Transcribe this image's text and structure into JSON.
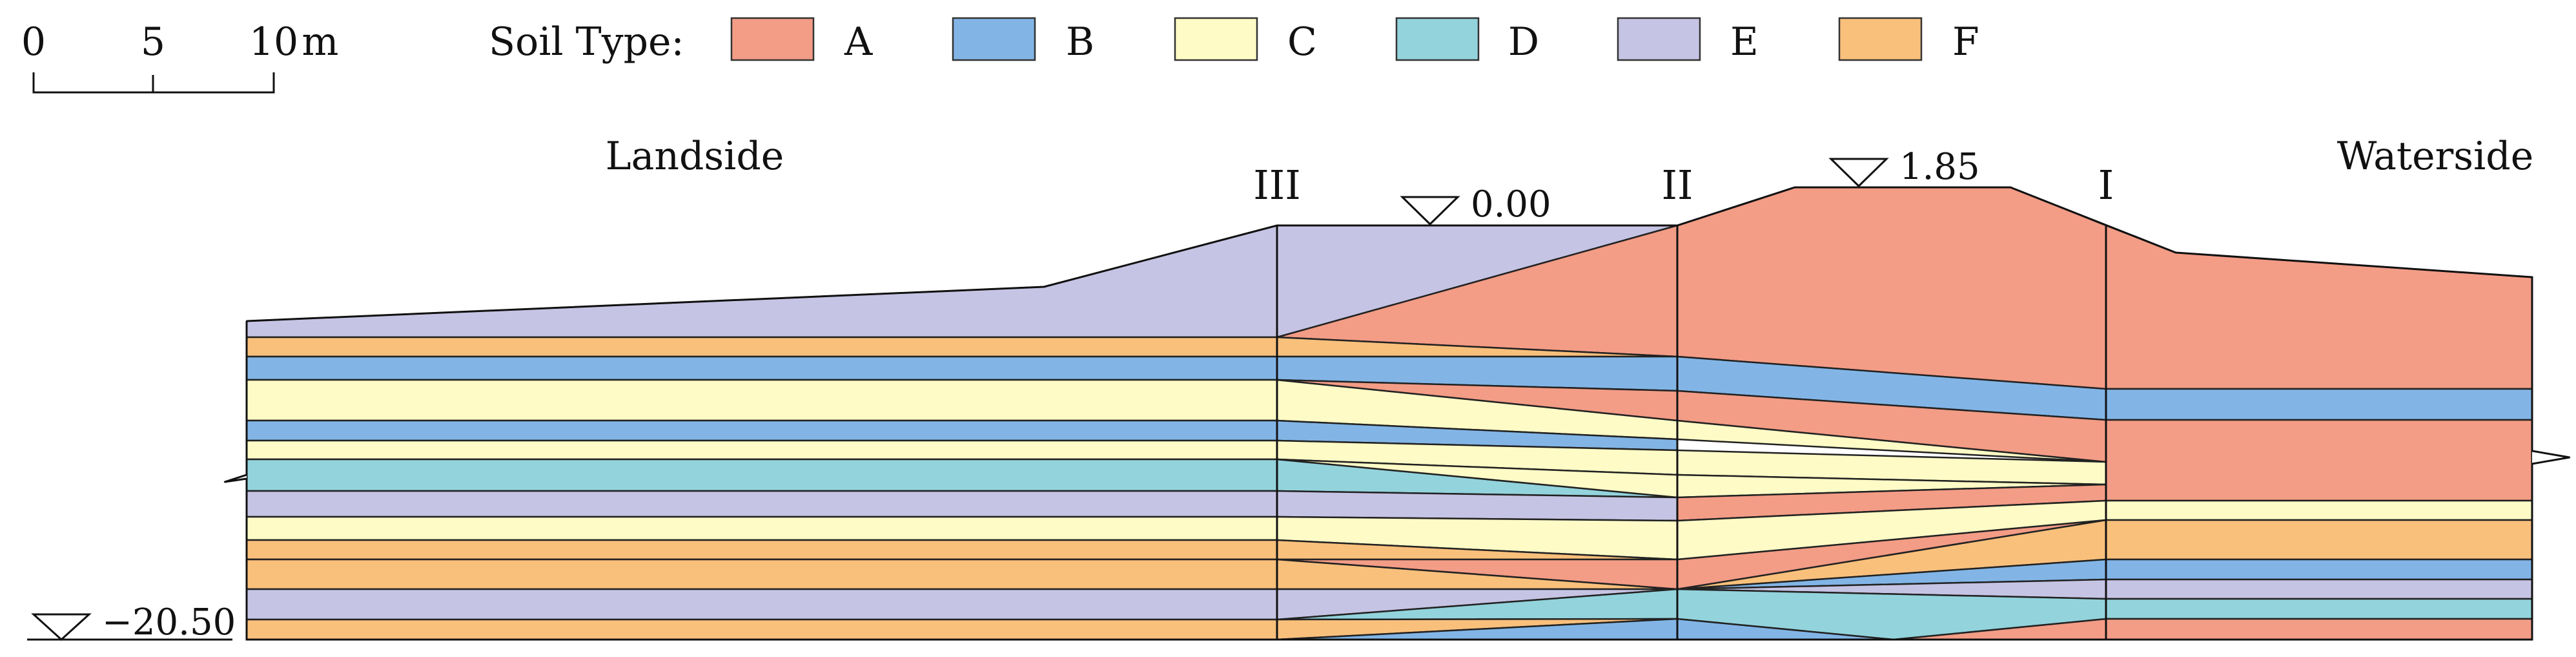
{
  "scale_bar": {
    "ticks": [
      "0",
      "5",
      "10"
    ],
    "unit": "m"
  },
  "legend": {
    "title": "Soil Type:",
    "items": [
      {
        "label": "A",
        "color": "#F39C86"
      },
      {
        "label": "B",
        "color": "#82B5E6"
      },
      {
        "label": "C",
        "color": "#FFFBC6"
      },
      {
        "label": "D",
        "color": "#93D3DC"
      },
      {
        "label": "E",
        "color": "#C6C4E4"
      },
      {
        "label": "F",
        "color": "#F9C07C"
      }
    ]
  },
  "labels": {
    "landside": "Landside",
    "waterside": "Waterside",
    "section_3": "III",
    "section_2": "II",
    "section_1": "I"
  },
  "water_levels": {
    "top": "1.85",
    "mid": "0.00",
    "bottom": "−20.50"
  },
  "layers": [
    {
      "soil": "E",
      "name": "landside-embankment-fill-e"
    },
    {
      "soil": "E",
      "name": "wedge-embankment-fill-e"
    },
    {
      "soil": "A",
      "name": "levee-body-a"
    },
    {
      "soil": "A",
      "name": "waterside-slope-a"
    },
    {
      "soil": "F",
      "name": "layer-f-upper"
    },
    {
      "soil": "B",
      "name": "layer-b-upper"
    },
    {
      "soil": "C",
      "name": "layer-c-upper"
    },
    {
      "soil": "B",
      "name": "layer-b-thin"
    },
    {
      "soil": "C",
      "name": "layer-c-thin"
    },
    {
      "soil": "D",
      "name": "layer-d-middle"
    },
    {
      "soil": "E",
      "name": "layer-e-middle"
    },
    {
      "soil": "C",
      "name": "layer-c-middle"
    },
    {
      "soil": "F",
      "name": "layer-f-middle"
    },
    {
      "soil": "A",
      "name": "layer-a-lens"
    },
    {
      "soil": "F",
      "name": "layer-f-lower"
    },
    {
      "soil": "E",
      "name": "layer-e-lower"
    },
    {
      "soil": "D",
      "name": "layer-d-lower"
    },
    {
      "soil": "F",
      "name": "layer-f-base"
    },
    {
      "soil": "B",
      "name": "layer-b-base"
    },
    {
      "soil": "A",
      "name": "layer-a-base"
    }
  ]
}
